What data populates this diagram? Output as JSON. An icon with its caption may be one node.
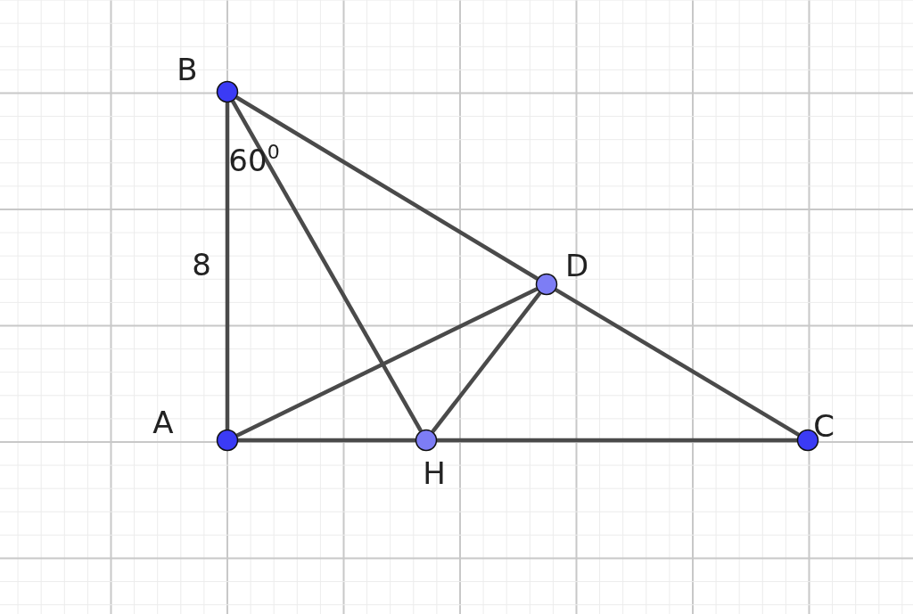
{
  "diagram": {
    "nodes": [
      {
        "text": [
          "B"
        ]
      },
      {
        "text": [
          "A"
        ]
      },
      {
        "text": [
          "H"
        ]
      },
      {
        "text": [
          "D"
        ]
      },
      {
        "text": [
          "C"
        ]
      }
    ],
    "edges": [
      {
        "from": 0,
        "to": 1,
        "arrow": "none"
      },
      {
        "from": 0,
        "to": 3,
        "arrow": "none"
      },
      {
        "from": 3,
        "to": 4,
        "arrow": "none"
      },
      {
        "from": 1,
        "to": 2,
        "arrow": "none"
      },
      {
        "from": 2,
        "to": 4,
        "arrow": "none"
      },
      {
        "from": 0,
        "to": 2,
        "arrow": "none"
      },
      {
        "from": 1,
        "to": 3,
        "arrow": "none"
      },
      {
        "from": 3,
        "to": 2,
        "arrow": "none"
      }
    ],
    "labels": [
      "8",
      "60$^{0}$"
    ]
  }
}
